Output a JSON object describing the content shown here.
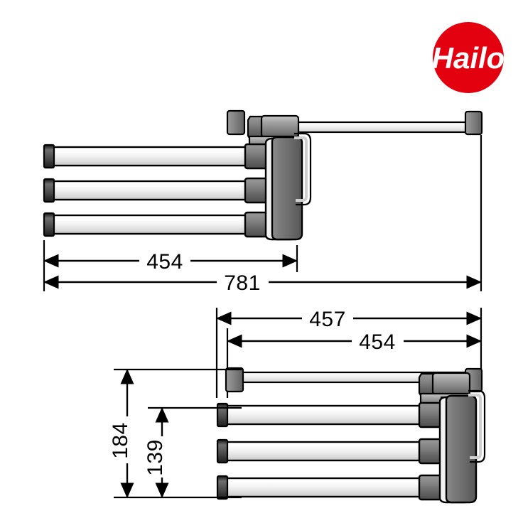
{
  "document": {
    "type": "technical-dimension-drawing",
    "background_color": "#ffffff",
    "product": "swing-arm towel rail, 3 arms"
  },
  "brand": {
    "name": "Hailo",
    "logo_shape": "circle",
    "logo_color": "#E3000F",
    "logo_text_color": "#ffffff"
  },
  "views": [
    {
      "id": "top-view",
      "name": "plan-view-open",
      "description": "Top view with arms swung open, fixed bar extended to the right"
    },
    {
      "id": "bottom-view",
      "name": "plan-view-closed",
      "description": "Lower view with arms aligned under the fixed bar"
    }
  ],
  "dimensions": {
    "top_view": [
      {
        "id": "dim-454-top",
        "value": "454",
        "unit": "mm",
        "orientation": "horizontal"
      },
      {
        "id": "dim-781-top",
        "value": "781",
        "unit": "mm",
        "orientation": "horizontal"
      }
    ],
    "bottom_view": [
      {
        "id": "dim-457",
        "value": "457",
        "unit": "mm",
        "orientation": "horizontal"
      },
      {
        "id": "dim-454-bottom",
        "value": "454",
        "unit": "mm",
        "orientation": "horizontal"
      },
      {
        "id": "dim-184",
        "value": "184",
        "unit": "mm",
        "orientation": "vertical"
      },
      {
        "id": "dim-139",
        "value": "139",
        "unit": "mm",
        "orientation": "vertical"
      }
    ]
  },
  "colors": {
    "line": "#000000",
    "rail_light": "#ffffff",
    "rail_mid": "#e8e8e8",
    "rail_shade": "#c9c9c9",
    "cap_dark": "#4a4a4a",
    "cap_mid": "#808080",
    "body_dark": "#555555",
    "body_mid": "#7a7a7a",
    "bracket_light": "#f0f0f0"
  }
}
